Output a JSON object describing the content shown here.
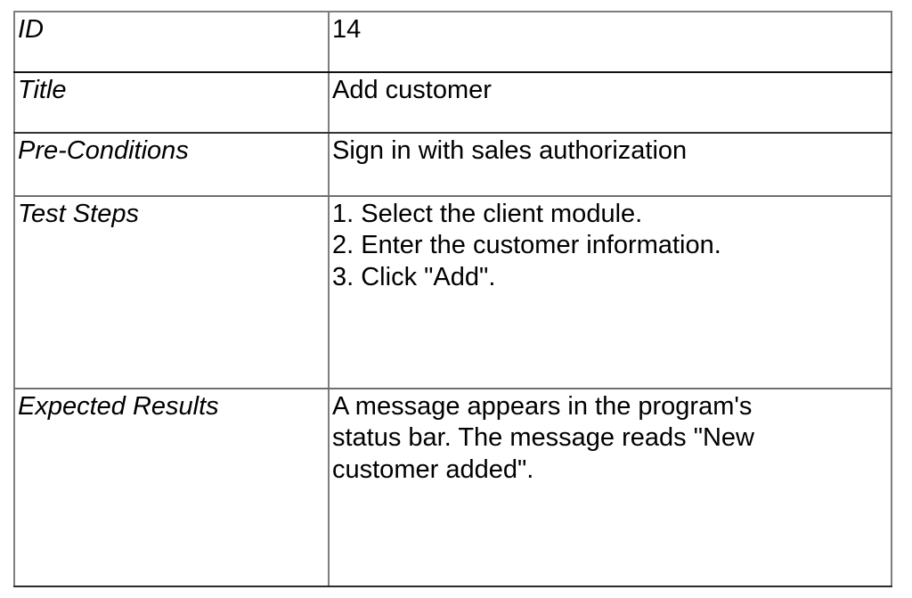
{
  "document": {
    "type": "test-case-table",
    "colors": {
      "text": "#000000",
      "background": "#ffffff",
      "outer_border": "#7d7d7d",
      "inner_border": "#111111"
    },
    "columns": {
      "label_header": "",
      "value_header": ""
    },
    "rows": [
      {
        "label": "ID",
        "value_lines": [
          "14"
        ]
      },
      {
        "label": "Title",
        "value_lines": [
          "Add customer"
        ]
      },
      {
        "label": "Pre-Conditions",
        "value_lines": [
          "Sign in with sales authorization"
        ]
      },
      {
        "label": "Test Steps",
        "value_lines": [
          "1. Select the client module.",
          "2. Enter the customer information.",
          "3. Click \"Add\"."
        ]
      },
      {
        "label": "Expected Results",
        "value_lines": [
          "A message appears in the program's",
          "status bar. The message reads \"New",
          "customer added\"."
        ]
      }
    ]
  }
}
